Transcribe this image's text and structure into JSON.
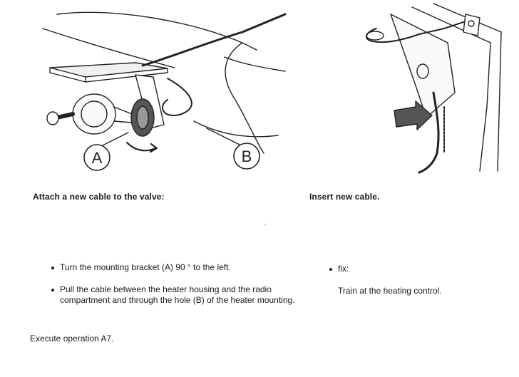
{
  "figures": {
    "left": {
      "label_a": "A",
      "label_b": "B"
    }
  },
  "sections": {
    "left": {
      "heading": "Attach a new cable to the valve:",
      "steps": [
        "Turn the mounting bracket (A) 90 ° to the left.",
        "Pull the cable between the heater housing and the radio compartment and through the hole (B) of the heater mounting."
      ],
      "footer": "Execute operation A7."
    },
    "right": {
      "heading": "Insert new cable.",
      "steps": [
        "fix:"
      ],
      "note": "Train at the heating control."
    }
  }
}
